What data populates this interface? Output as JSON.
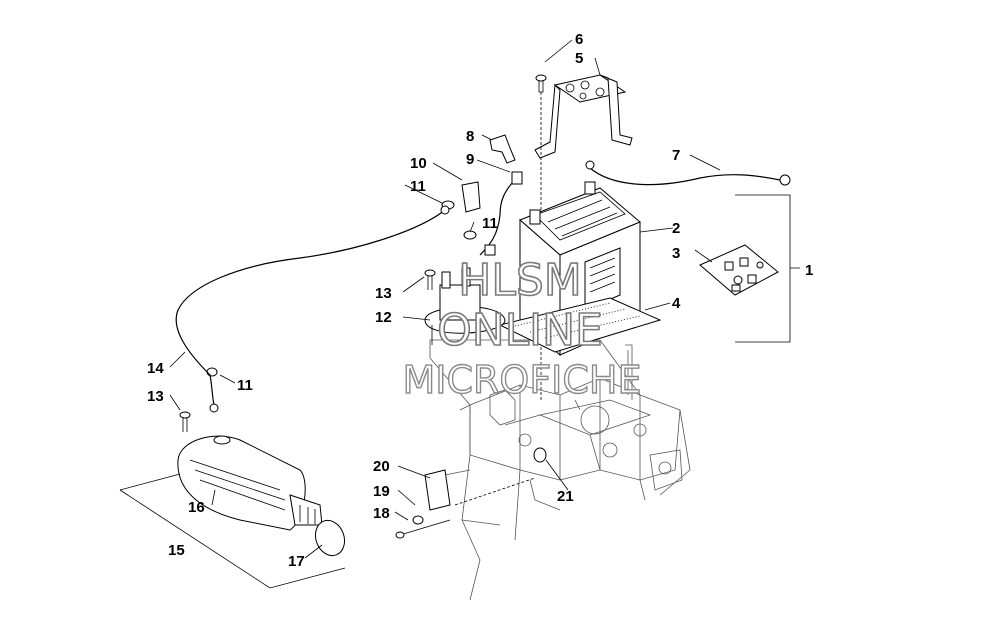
{
  "callouts": [
    {
      "id": "1",
      "label": "1"
    },
    {
      "id": "2",
      "label": "2"
    },
    {
      "id": "3",
      "label": "3"
    },
    {
      "id": "4",
      "label": "4"
    },
    {
      "id": "5",
      "label": "5"
    },
    {
      "id": "6",
      "label": "6"
    },
    {
      "id": "7",
      "label": "7"
    },
    {
      "id": "8",
      "label": "8"
    },
    {
      "id": "9",
      "label": "9"
    },
    {
      "id": "10",
      "label": "10"
    },
    {
      "id": "11a",
      "label": "11"
    },
    {
      "id": "11b",
      "label": "11"
    },
    {
      "id": "11c",
      "label": "11"
    },
    {
      "id": "12",
      "label": "12"
    },
    {
      "id": "13a",
      "label": "13"
    },
    {
      "id": "13b",
      "label": "13"
    },
    {
      "id": "14",
      "label": "14"
    },
    {
      "id": "15",
      "label": "15"
    },
    {
      "id": "16",
      "label": "16"
    },
    {
      "id": "17",
      "label": "17"
    },
    {
      "id": "18",
      "label": "18"
    },
    {
      "id": "19",
      "label": "19"
    },
    {
      "id": "20",
      "label": "20"
    },
    {
      "id": "21",
      "label": "21"
    }
  ],
  "watermark": {
    "line1": "HLSM",
    "line2": "ONLINE",
    "line3": "MICROFICHE"
  }
}
